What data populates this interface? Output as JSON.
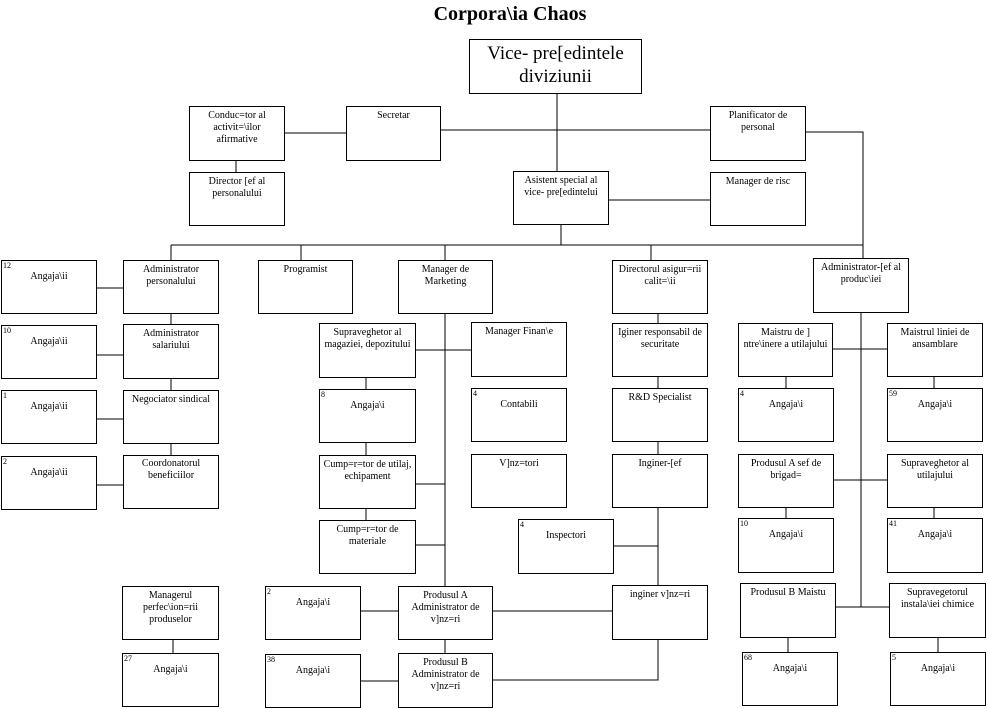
{
  "title": "Corpora\\ia Chaos",
  "nodes": {
    "vp": {
      "label": "Vice- pre[edintele diviziunii"
    },
    "affirm": {
      "label": "Conduc=tor al activit=\\ilor afirmative"
    },
    "secretar": {
      "label": "Secretar"
    },
    "planificator": {
      "label": "Planificator de personal"
    },
    "director_pers": {
      "label": "Director [ef al personalului"
    },
    "asistent": {
      "label": "Asistent special al vice- pre[edintelui"
    },
    "risc": {
      "label": "Manager de risc"
    },
    "adm_pers": {
      "label": "Administrator personalului"
    },
    "ang_pers": {
      "label": "Angaja\\ii",
      "count": "12"
    },
    "adm_sal": {
      "label": "Administrator salariului"
    },
    "ang_sal": {
      "label": "Angaja\\ii",
      "count": "10"
    },
    "negociator": {
      "label": "Negociator sindical"
    },
    "ang_neg": {
      "label": "Angaja\\ii",
      "count": "1"
    },
    "coord_ben": {
      "label": "Coordonatorul beneficiilor"
    },
    "ang_coord": {
      "label": "Angaja\\ii",
      "count": "2"
    },
    "programist": {
      "label": "Programist"
    },
    "mgr_mkt": {
      "label": "Manager de Marketing"
    },
    "sup_mag": {
      "label": "Supraveghetor al magaziei, depozitului"
    },
    "ang_mag": {
      "label": "Angaja\\i",
      "count": "8"
    },
    "cump_util": {
      "label": "Cump=r=tor de utilaj, echipament"
    },
    "cump_mat": {
      "label": "Cump=r=tor de materiale"
    },
    "mgr_fin": {
      "label": "Manager Finan\\e"
    },
    "contabili": {
      "label": "Contabili",
      "count": "4"
    },
    "vanzatori": {
      "label": "V]nz=tori"
    },
    "inspectori": {
      "label": "Inspectori",
      "count": "4"
    },
    "mgr_perf": {
      "label": "Managerul perfec\\ion=rii produselor"
    },
    "ang_perf": {
      "label": "Angaja\\i",
      "count": "27"
    },
    "ang_pA": {
      "label": "Angaja\\i",
      "count": "2"
    },
    "prodA_adm": {
      "label": "Produsul A Administrator de v]nz=ri"
    },
    "ang_pB": {
      "label": "Angaja\\i",
      "count": "38"
    },
    "prodB_adm": {
      "label": "Produsul B Administrator de v]nz=ri"
    },
    "dir_cal": {
      "label": "Directorul asigur=rii calit=\\ii"
    },
    "ing_sec": {
      "label": "Iginer responsabil de securitate"
    },
    "rd": {
      "label": "R&D Specialist"
    },
    "ing_sef": {
      "label": "Inginer-[ef"
    },
    "ing_vanz": {
      "label": "inginer v]nz=ri"
    },
    "adm_prod": {
      "label": "Administrator-[ef al produc\\iei"
    },
    "maistru_intr": {
      "label": "Maistru de ] ntre\\inere a utilajului"
    },
    "ang_maistru": {
      "label": "Angaja\\i",
      "count": "4"
    },
    "prodA_sef": {
      "label": "Produsul A sef de brigad="
    },
    "ang_prodA_sef": {
      "label": "Angaja\\i",
      "count": "10"
    },
    "prodB_maistru": {
      "label": "Produsul B Maistu"
    },
    "ang_prodB_m": {
      "label": "Angaja\\i",
      "count": "68"
    },
    "maistru_linie": {
      "label": "Maistrul liniei de ansamblare"
    },
    "ang_linie": {
      "label": "Angaja\\i",
      "count": "59"
    },
    "sup_util": {
      "label": "Supraveghetor al utilajului"
    },
    "ang_sup_util": {
      "label": "Angaja\\i",
      "count": "41"
    },
    "sup_chim": {
      "label": "Supravegetorul instala\\iei chimice"
    },
    "ang_chim": {
      "label": "Angaja\\i",
      "count": "5"
    }
  }
}
